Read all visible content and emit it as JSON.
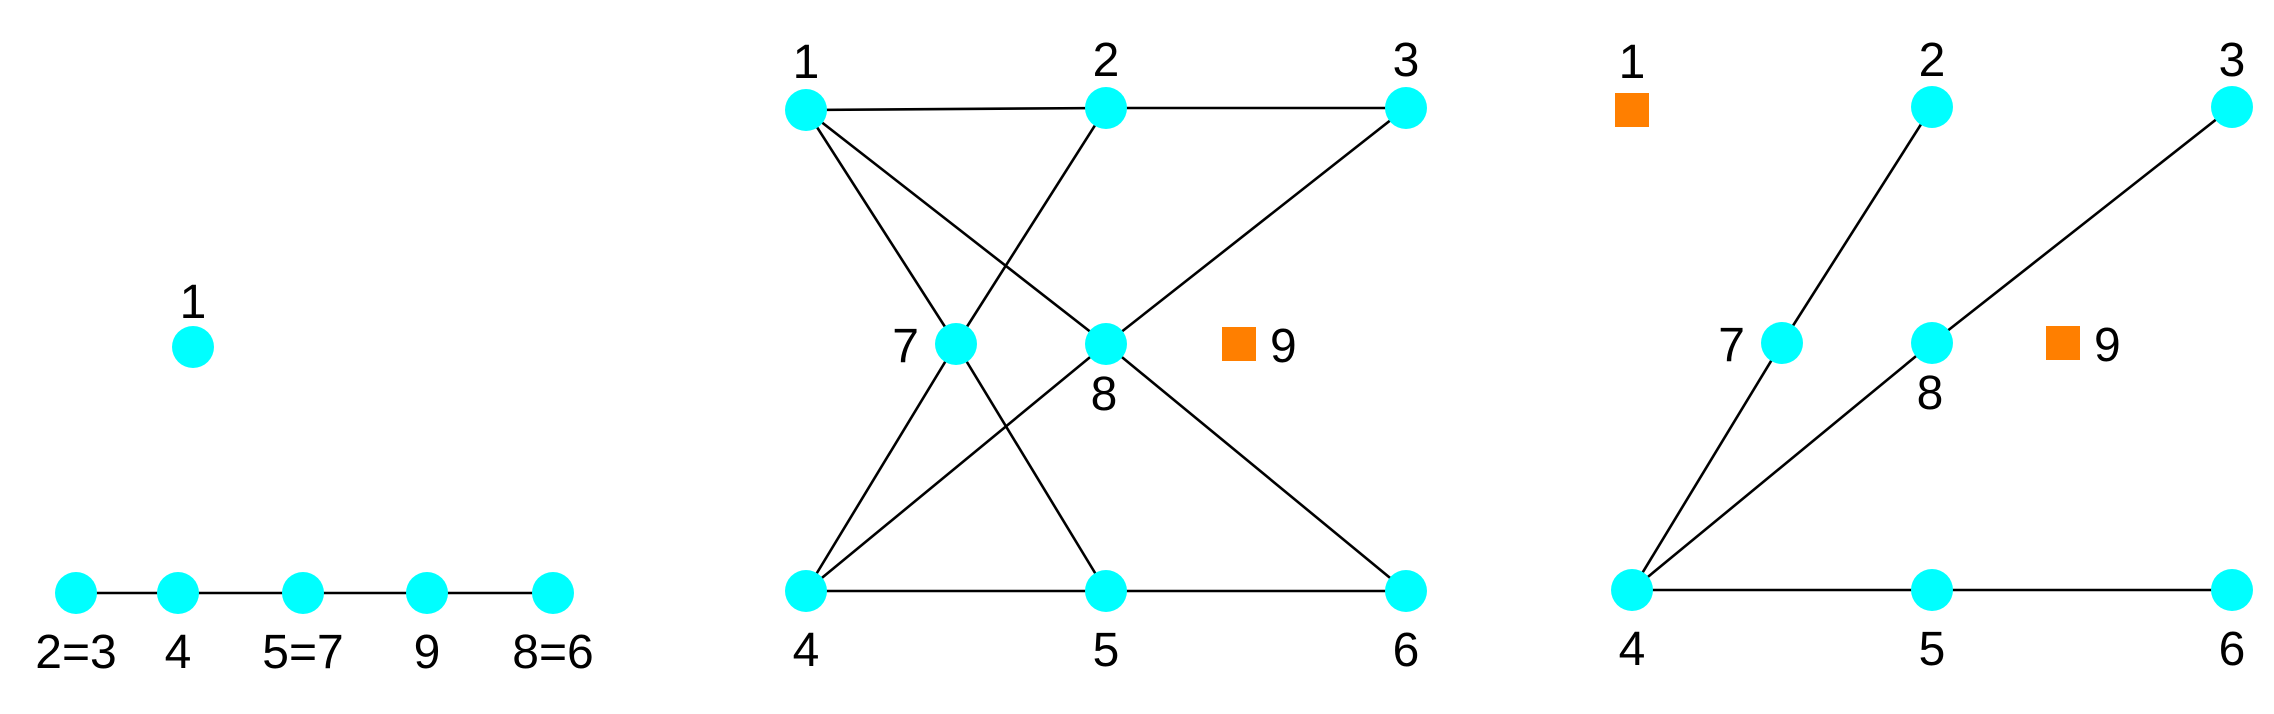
{
  "colors": {
    "node": "#00ffff",
    "marked_node": "#ff7f00",
    "edge": "#000000",
    "background": "#ffffff"
  },
  "panels": [
    {
      "id": "left",
      "nodes": [
        {
          "id": "1",
          "label": "1",
          "kind": "circle"
        },
        {
          "id": "2=3",
          "label": "2=3",
          "kind": "circle"
        },
        {
          "id": "4",
          "label": "4",
          "kind": "circle"
        },
        {
          "id": "5=7",
          "label": "5=7",
          "kind": "circle"
        },
        {
          "id": "9",
          "label": "9",
          "kind": "circle"
        },
        {
          "id": "8=6",
          "label": "8=6",
          "kind": "circle"
        }
      ],
      "edges": [
        [
          "2=3",
          "4"
        ],
        [
          "4",
          "5=7"
        ],
        [
          "5=7",
          "9"
        ],
        [
          "9",
          "8=6"
        ]
      ]
    },
    {
      "id": "middle",
      "nodes": [
        {
          "id": "1",
          "label": "1",
          "kind": "circle"
        },
        {
          "id": "2",
          "label": "2",
          "kind": "circle"
        },
        {
          "id": "3",
          "label": "3",
          "kind": "circle"
        },
        {
          "id": "7",
          "label": "7",
          "kind": "circle"
        },
        {
          "id": "8",
          "label": "8",
          "kind": "circle"
        },
        {
          "id": "9",
          "label": "9",
          "kind": "square"
        },
        {
          "id": "4",
          "label": "4",
          "kind": "circle"
        },
        {
          "id": "5",
          "label": "5",
          "kind": "circle"
        },
        {
          "id": "6",
          "label": "6",
          "kind": "circle"
        }
      ],
      "edges": [
        [
          "1",
          "2"
        ],
        [
          "2",
          "3"
        ],
        [
          "1",
          "7"
        ],
        [
          "1",
          "8"
        ],
        [
          "2",
          "7"
        ],
        [
          "3",
          "8"
        ],
        [
          "7",
          "4"
        ],
        [
          "7",
          "5"
        ],
        [
          "8",
          "4"
        ],
        [
          "8",
          "6"
        ],
        [
          "4",
          "5"
        ],
        [
          "5",
          "6"
        ]
      ]
    },
    {
      "id": "right",
      "nodes": [
        {
          "id": "1",
          "label": "1",
          "kind": "square"
        },
        {
          "id": "2",
          "label": "2",
          "kind": "circle"
        },
        {
          "id": "3",
          "label": "3",
          "kind": "circle"
        },
        {
          "id": "7",
          "label": "7",
          "kind": "circle"
        },
        {
          "id": "8",
          "label": "8",
          "kind": "circle"
        },
        {
          "id": "9",
          "label": "9",
          "kind": "square"
        },
        {
          "id": "4",
          "label": "4",
          "kind": "circle"
        },
        {
          "id": "5",
          "label": "5",
          "kind": "circle"
        },
        {
          "id": "6",
          "label": "6",
          "kind": "circle"
        }
      ],
      "edges": [
        [
          "2",
          "7"
        ],
        [
          "7",
          "4"
        ],
        [
          "3",
          "8"
        ],
        [
          "8",
          "4"
        ],
        [
          "4",
          "5"
        ],
        [
          "5",
          "6"
        ]
      ]
    }
  ]
}
